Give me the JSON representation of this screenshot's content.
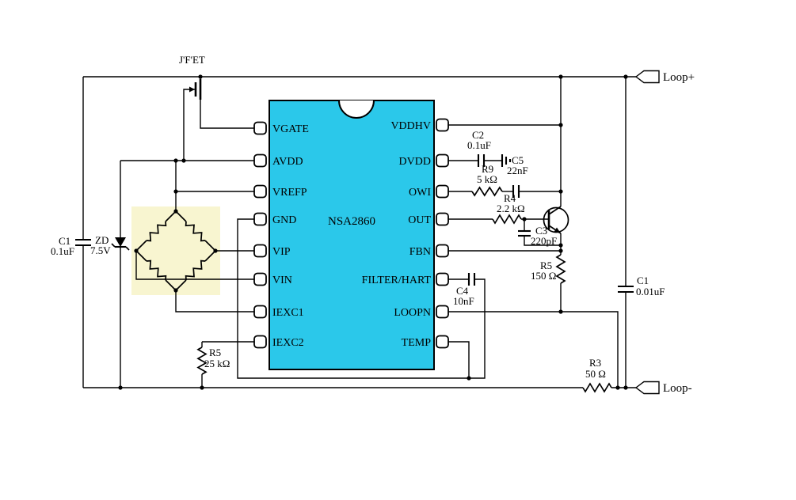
{
  "ic": {
    "name": "NSA2860",
    "left_pins": [
      "VGATE",
      "AVDD",
      "VREFP",
      "GND",
      "VIP",
      "VIN",
      "IEXC1",
      "IEXC2"
    ],
    "right_pins": [
      "VDDHV",
      "DVDD",
      "OWI",
      "OUT",
      "FBN",
      "FILTER/HART",
      "LOOPN",
      "TEMP"
    ]
  },
  "components": {
    "jfet": {
      "label": "J'F'ET"
    },
    "c1_left": {
      "ref": "C1",
      "value": "0.1uF"
    },
    "zd": {
      "ref": "ZD",
      "value": "7.5V"
    },
    "r5_exc": {
      "ref": "R5",
      "value": "25 kΩ"
    },
    "c2": {
      "ref": "C2",
      "value": "0.1uF"
    },
    "r9": {
      "ref": "R9",
      "value": "5 kΩ"
    },
    "c5": {
      "ref": "C5",
      "value": "22nF"
    },
    "r4": {
      "ref": "R4",
      "value": "2.2 kΩ"
    },
    "c3": {
      "ref": "C3",
      "value": "220pF"
    },
    "r5_loop": {
      "ref": "R5",
      "value": "150 Ω"
    },
    "c4": {
      "ref": "C4",
      "value": "10nF"
    },
    "c1_loop": {
      "ref": "C1",
      "value": "0.01uF"
    },
    "r3": {
      "ref": "R3",
      "value": "50 Ω"
    }
  },
  "terminals": {
    "positive": "Loop+",
    "negative": "Loop-"
  },
  "colors": {
    "ic_fill": "#2BC8EA",
    "bridge_bg": "#F8F5D0"
  }
}
